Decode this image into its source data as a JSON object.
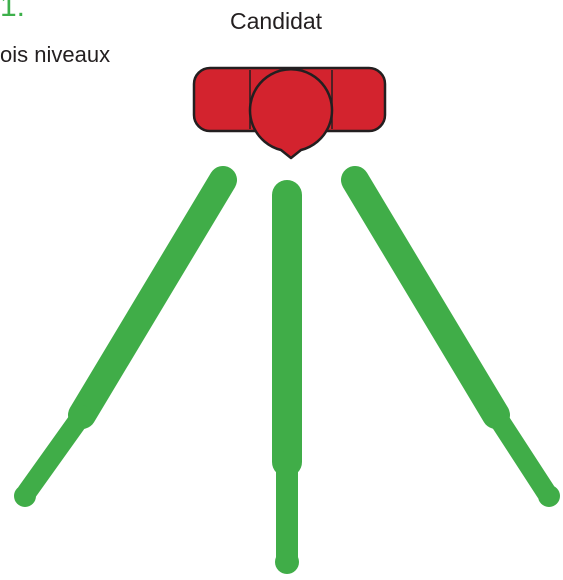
{
  "partial_title": "1.",
  "partial_subtitle": "ois niveaux",
  "node": {
    "label": "Candidat"
  },
  "colors": {
    "branch": "#40ad48",
    "node_fill": "#d3232e",
    "outline": "#231f20",
    "text": "#231f20"
  }
}
